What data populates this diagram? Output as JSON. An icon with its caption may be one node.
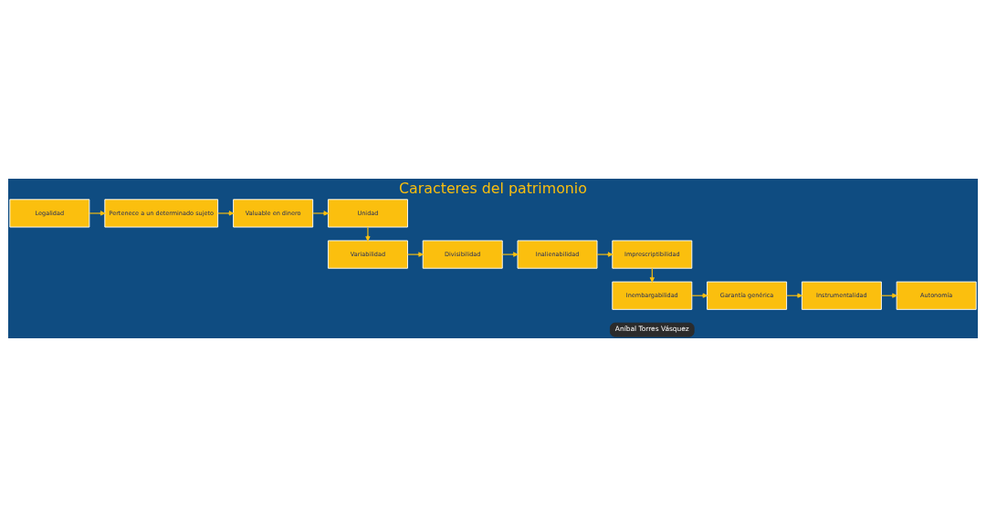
{
  "diagram": {
    "title": "Caracteres del patrimonio",
    "nodes": [
      {
        "text": [
          "Legalidad"
        ]
      },
      {
        "text": [
          "Pertenece a un determinado sujeto"
        ]
      },
      {
        "text": [
          "Valuable en dinero"
        ]
      },
      {
        "text": [
          "Unidad"
        ]
      },
      {
        "text": [
          "Variabilidad"
        ]
      },
      {
        "text": [
          "Divisibilidad"
        ]
      },
      {
        "text": [
          "Inalienabilidad"
        ]
      },
      {
        "text": [
          "Imprescriptibilidad"
        ]
      },
      {
        "text": [
          "Inembargabilidad"
        ]
      },
      {
        "text": [
          "Garantía genérica"
        ]
      },
      {
        "text": [
          "Instrumentalidad"
        ]
      },
      {
        "text": [
          "Autonomía"
        ]
      }
    ],
    "edges": [
      {
        "from": 0,
        "to": 1,
        "arrow": "to"
      },
      {
        "from": 1,
        "to": 2,
        "arrow": "to"
      },
      {
        "from": 2,
        "to": 3,
        "arrow": "to"
      },
      {
        "from": 3,
        "to": 4,
        "arrow": "to"
      },
      {
        "from": 4,
        "to": 5,
        "arrow": "to"
      },
      {
        "from": 5,
        "to": 6,
        "arrow": "to"
      },
      {
        "from": 6,
        "to": 7,
        "arrow": "to"
      },
      {
        "from": 7,
        "to": 8,
        "arrow": "to"
      },
      {
        "from": 8,
        "to": 9,
        "arrow": "to"
      },
      {
        "from": 9,
        "to": 10,
        "arrow": "to"
      },
      {
        "from": 10,
        "to": 11,
        "arrow": "to"
      }
    ],
    "labels": [
      "Aníbal Torres Vásquez"
    ]
  }
}
